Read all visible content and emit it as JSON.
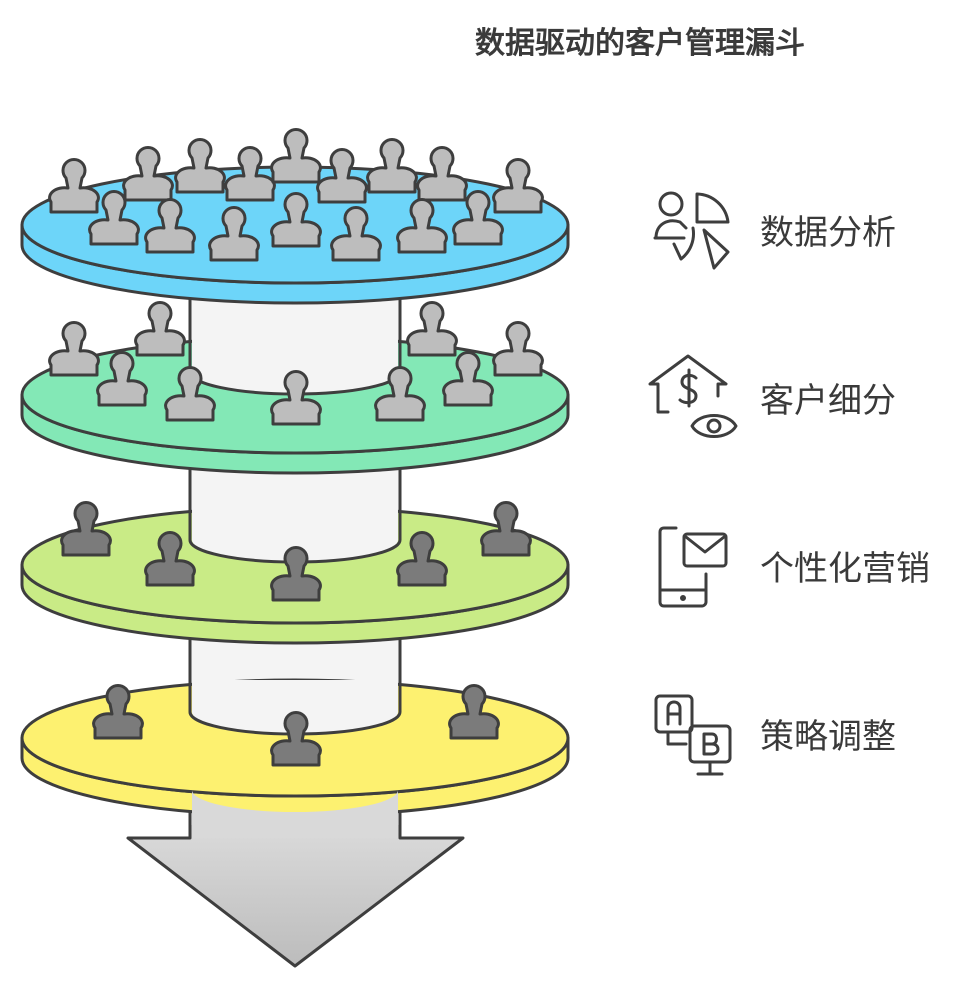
{
  "title": "数据驱动的客户管理漏斗",
  "stages": [
    {
      "label": "数据分析",
      "icon": "person-pie-chart-icon",
      "color": "#6dd5f9"
    },
    {
      "label": "客户细分",
      "icon": "house-dollar-eye-icon",
      "color": "#83e8b6"
    },
    {
      "label": "个性化营销",
      "icon": "phone-envelope-icon",
      "color": "#c9eb86"
    },
    {
      "label": "策略调整",
      "icon": "ab-test-icon",
      "color": "#fdf170"
    }
  ]
}
